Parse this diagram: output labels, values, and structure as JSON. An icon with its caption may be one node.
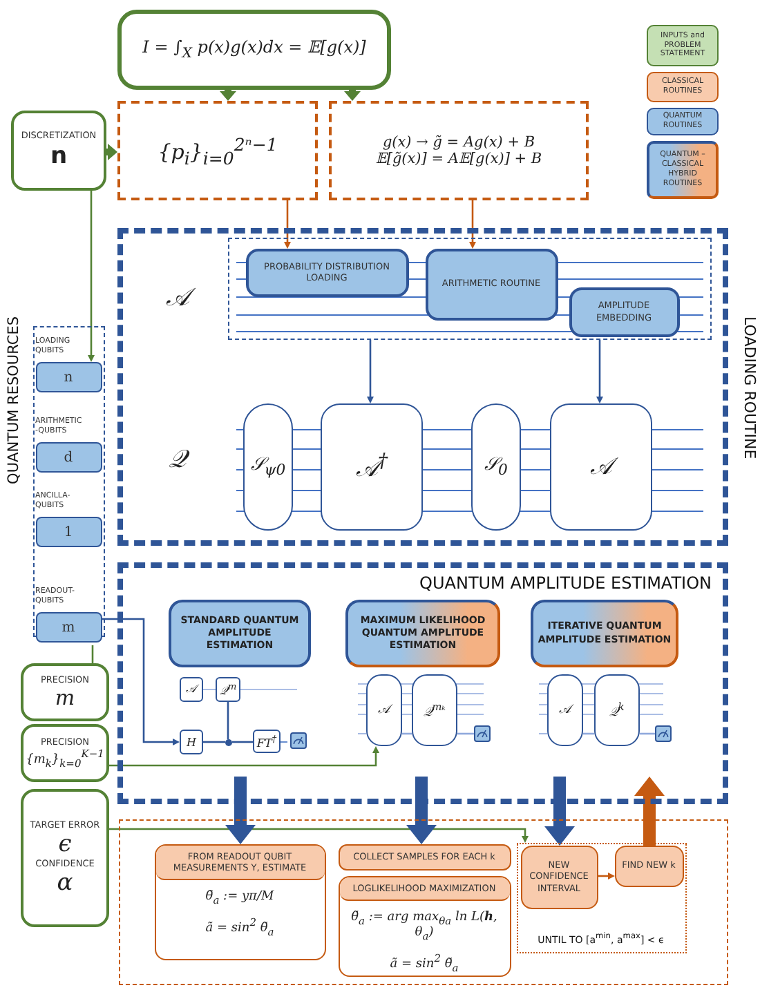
{
  "diagram": {
    "nodes": [
      {
        "text": [
          "I = ∫$_{X}$ p(x)g(x)dx = 𝔼[g(x)]"
        ]
      },
      {
        "text": [
          "DISCRETIZATION",
          "n"
        ]
      },
      {
        "text": [
          "{p$_{i}$}$_{i=0}$$^{2ⁿ−1}$"
        ]
      },
      {
        "text": [
          "g(x) → g̃ = Ag(x) + B",
          "𝔼[g̃(x)] = A𝔼[g(x)] + B"
        ]
      },
      {
        "text": [
          "LOADING ROUTINE"
        ]
      },
      {
        "text": [],
        "shape": "box",
        "in": 4
      },
      {
        "text": [
          "PROBABILITY DISTRIBUTION LOADING"
        ],
        "in": 5
      },
      {
        "text": [
          "ARITHMETIC ROUTINE"
        ],
        "in": 5
      },
      {
        "text": [
          "AMPLITUDE EMBEDDING"
        ],
        "in": 5
      },
      {
        "text": [
          "𝒮$_{ψ0}$"
        ],
        "in": 4
      },
      {
        "text": [
          "𝒜$^{†}$"
        ],
        "in": 4
      },
      {
        "text": [
          "𝒮$_{0}$"
        ],
        "in": 4
      },
      {
        "text": [
          "𝒜"
        ],
        "in": 4
      },
      {
        "text": [
          "QUANTUM RESOURCES"
        ]
      },
      {
        "text": [
          "n"
        ],
        "beside": [
          "LOADING QUBITS"
        ],
        "in": 13
      },
      {
        "text": [
          "d"
        ],
        "beside": [
          "ARITHMETIC -QUBITS"
        ],
        "in": 13
      },
      {
        "text": [
          "1"
        ],
        "beside": [
          "ANCILLA-QUBITS"
        ],
        "in": 13
      },
      {
        "text": [
          "m"
        ],
        "beside": [
          "READOUT-QUBITS"
        ],
        "in": 13
      },
      {
        "text": [
          "QUANTUM AMPLITUDE ESTIMATION"
        ]
      },
      {
        "text": [
          "STANDARD QUANTUM AMPLITUDE ESTIMATION"
        ],
        "in": 18
      },
      {
        "text": [
          "MAXIMUM LIKELIHOOD QUANTUM AMPLITUDE ESTIMATION"
        ],
        "in": 18
      },
      {
        "text": [
          "ITERATIVE QUANTUM AMPLITUDE ESTIMATION"
        ],
        "in": 18
      },
      {
        "text": [
          "𝒜"
        ],
        "in": 18
      },
      {
        "text": [
          "𝒬$^{m}$"
        ],
        "in": 18
      },
      {
        "text": [
          "H"
        ],
        "in": 18
      },
      {
        "text": [
          "FT$^{†}$"
        ],
        "in": 18
      },
      {
        "text": [],
        "shape": "meter",
        "in": 18
      },
      {
        "text": [
          "𝒜"
        ],
        "in": 18
      },
      {
        "text": [
          "𝒬$^{mₖ}$"
        ],
        "in": 18
      },
      {
        "text": [],
        "shape": "meter",
        "in": 18
      },
      {
        "text": [
          "𝒜"
        ],
        "in": 18
      },
      {
        "text": [
          "𝒬$^{k}$"
        ],
        "in": 18
      },
      {
        "text": [],
        "shape": "meter",
        "in": 18
      },
      {
        "text": [
          "PRECISION",
          "m"
        ]
      },
      {
        "text": [
          "PRECISION",
          "{m$_{k}$}$_{k=0}$$^{K−1}$"
        ]
      },
      {
        "text": [
          "TARGET ERROR",
          "ϵ",
          "CONFIDENCE",
          "α"
        ]
      },
      {
        "text": [],
        "shape": "box"
      },
      {
        "text": [
          "FROM READOUT QUBIT MEASUREMENTS Y, ESTIMATE",
          "θ̃$_{a}$ := yπ/M",
          "ã = sin$^{2}$ θ̃$_{a}$"
        ],
        "in": 36
      },
      {
        "text": [
          "COLLECT SAMPLES FOR EACH k"
        ],
        "in": 36
      },
      {
        "text": [
          "LOGLIKELIHOOD MAXIMIZATION",
          "θ̃$_{a}$ := arg max$_{θa}$ ln L(**h**, θ$_{a}$)",
          "ã = sin$^{2}$ θ̃$_{a}$"
        ],
        "in": 36
      },
      {
        "text": [
          "UNTIL TO [a$^{min}$, a$^{max}$] < ϵ"
        ],
        "in": 36
      },
      {
        "text": [
          "NEW CONFIDENCE INTERVAL"
        ],
        "in": 40
      },
      {
        "text": [
          "FIND NEW k"
        ],
        "in": 40
      },
      {
        "text": [],
        "shape": "circle",
        "in": 18
      }
    ],
    "edges": [
      {
        "from": 0,
        "to": 2,
        "arrow": "to",
        "style": "thick",
        "color": "#548235"
      },
      {
        "from": 0,
        "to": 3,
        "arrow": "to",
        "style": "thick",
        "color": "#548235"
      },
      {
        "from": 1,
        "to": 2,
        "arrow": "to",
        "style": "thick",
        "color": "#548235"
      },
      {
        "from": 2,
        "to": 6,
        "arrow": "to",
        "color": "#c55a11"
      },
      {
        "from": 3,
        "to": 7,
        "arrow": "to",
        "color": "#c55a11"
      },
      {
        "from": 5,
        "to": 10,
        "arrow": "to",
        "color": "#2f5597"
      },
      {
        "from": 5,
        "to": 12,
        "arrow": "to",
        "color": "#2f5597"
      },
      {
        "from": 1,
        "to": 14,
        "arrow": "to",
        "color": "#548235"
      },
      {
        "from": 33,
        "to": 17,
        "arrow": "none",
        "color": "#548235"
      },
      {
        "from": 17,
        "to": 24,
        "arrow": "to",
        "color": "#2f5597"
      },
      {
        "from": 34,
        "to": 27,
        "arrow": "to",
        "color": "#548235"
      },
      {
        "from": 35,
        "to": 40,
        "arrow": "to",
        "color": "#548235"
      },
      {
        "from": 18,
        "to": 37,
        "arrow": "to",
        "style": "thick",
        "color": "#2f5597"
      },
      {
        "from": 18,
        "to": 38,
        "arrow": "to",
        "style": "thick",
        "color": "#2f5597"
      },
      {
        "from": 18,
        "to": 41,
        "arrow": "to",
        "style": "thick",
        "color": "#2f5597"
      },
      {
        "from": 42,
        "to": 18,
        "arrow": "to",
        "style": "thick",
        "color": "#c55a11"
      },
      {
        "from": 41,
        "to": 42,
        "arrow": "to",
        "color": "#c55a11"
      },
      {
        "from": 24,
        "to": 43,
        "arrow": "none",
        "color": "#2f5597"
      },
      {
        "from": 43,
        "to": 25,
        "arrow": "none",
        "color": "#2f5597"
      },
      {
        "from": 23,
        "to": 43,
        "arrow": "none",
        "color": "#2f5597"
      },
      {
        "from": 28,
        "to": 29,
        "arrow": "none",
        "color": "#8fa9dc"
      },
      {
        "from": 31,
        "to": 32,
        "arrow": "none",
        "color": "#8fa9dc"
      },
      {
        "from": 27,
        "to": 28,
        "arrow": "none",
        "color": "#8fa9dc"
      },
      {
        "from": 30,
        "to": 31,
        "arrow": "none",
        "color": "#8fa9dc"
      }
    ],
    "labels": [
      "𝒜",
      "𝒬"
    ],
    "legend": [
      {
        "text": "INPUTS and PROBLEM STATEMENT",
        "color": "#c5e0b4"
      },
      {
        "text": "CLASSICAL ROUTINES",
        "color": "#f8cbad"
      },
      {
        "text": "QUANTUM ROUTINES",
        "color": "#9dc3e6"
      },
      {
        "text": "QUANTUM –CLASSICAL HYBRID ROUTINES",
        "color": "#f4b183"
      }
    ]
  }
}
